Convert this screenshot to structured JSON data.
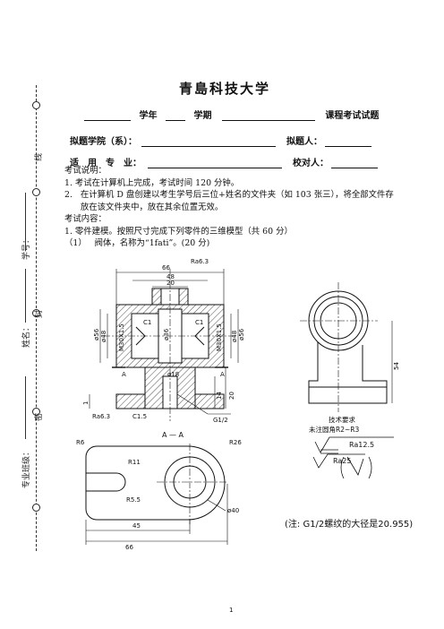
{
  "header": {
    "university": "青島科技大学",
    "line1": {
      "academic_year": "学年",
      "semester": "学期",
      "exam_title": "课程考试试题"
    },
    "line2": {
      "school_label": "拟题学院（系）：",
      "setter_label": "拟题人："
    },
    "line3": {
      "major_label": "适　用　专　业：",
      "reviewer_label": "校对人："
    }
  },
  "sidebar": {
    "line_label": "线",
    "seal_label": "封",
    "secret_label": "密",
    "student_id": "学号：",
    "name": "姓名：",
    "class": "专业班级："
  },
  "instructions": {
    "title": "考试说明：",
    "items": [
      "1.   考试在计算机上完成，考试时间 120 分钟。",
      "2.   在计算机 D 盘创建以考生学号后三位+姓名的文件夹（如 103 张三），将全部文件存",
      "      放在该文件夹中，放在其余位置无效。"
    ]
  },
  "content": {
    "title": "考试内容：",
    "item1": "1.   零件建模。按照尺寸完成下列零件的三维模型（共 60 分）",
    "sub1": "（1）   阀体，名称为“1fati”。(20 分)"
  },
  "drawing": {
    "dims": {
      "d66": "66",
      "d48": "48",
      "d20": "20",
      "ra63": "Ra6.3",
      "c1": "C1",
      "phi36": "ø36",
      "phi48": "ø48",
      "phi56": "ø56",
      "m30": "M30X1.5",
      "phi18": "ø18",
      "a": "A",
      "d14": "14",
      "d20v": "20",
      "d1": "1",
      "c15": "C1.5",
      "g12": "G1/2",
      "aa": "A — A",
      "r6": "R6",
      "r26": "R26",
      "r11": "R11",
      "r55": "R5.5",
      "phi40": "ø40",
      "d45": "45",
      "d66b": "66",
      "d54": "54"
    },
    "tech_title": "技术要求",
    "tech_note": "未注圆角R2~R3",
    "ra125": "Ra12.5",
    "ra25": "Ra25",
    "note": "(注: G1/2螺纹的大径是20.955)"
  },
  "page_number": "1"
}
